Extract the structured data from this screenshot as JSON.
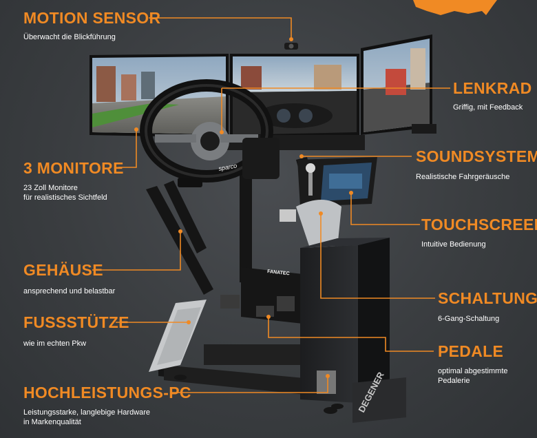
{
  "colors": {
    "accent": "#f08a24",
    "background": "#3a3d40",
    "text": "#ffffff"
  },
  "features": [
    {
      "title": "MOTION SENSOR",
      "desc": [
        "Überwacht die Blickführung"
      ]
    },
    {
      "title": "LENKRAD",
      "desc": [
        "Griffig, mit Feedback"
      ]
    },
    {
      "title": "3 MONITORE",
      "desc": [
        "23 Zoll Monitore",
        "für realistisches Sichtfeld"
      ]
    },
    {
      "title": "SOUNDSYSTEM",
      "desc": [
        "Realistische Fahrgeräusche"
      ]
    },
    {
      "title": "TOUCHSCREEN",
      "desc": [
        "Intuitive Bedienung"
      ]
    },
    {
      "title": "GEHÄUSE",
      "desc": [
        "ansprechend und belastbar"
      ]
    },
    {
      "title": "SCHALTUNG",
      "desc": [
        "6-Gang-Schaltung"
      ]
    },
    {
      "title": "FUSSSTÜTZE",
      "desc": [
        "wie im echten Pkw"
      ]
    },
    {
      "title": "PEDALE",
      "desc": [
        "optimal abgestimmte",
        "Pedalerie"
      ]
    },
    {
      "title": "HOCHLEISTUNGS-PC",
      "desc": [
        "Leistungsstarke, langlebige Hardware",
        "in Markenqualität"
      ]
    }
  ],
  "device_text": {
    "wheel_brand": "sparco",
    "pedal_brand": "FANATEC",
    "pc_brand": "DEGENER"
  }
}
